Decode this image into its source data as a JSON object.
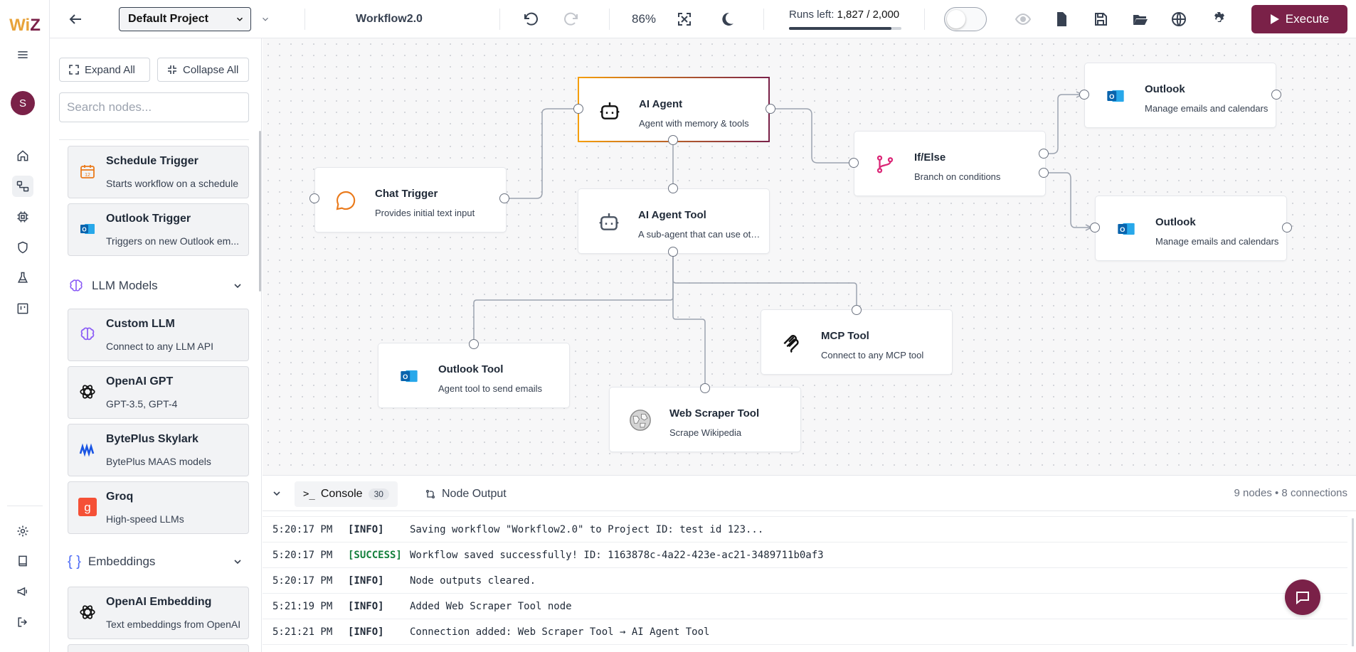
{
  "app": {
    "logo": "WiZ",
    "avatar_initial": "S"
  },
  "toolbar": {
    "project": "Default Project",
    "workflow_name": "Workflow2.0",
    "zoom": "86%",
    "runs_label": "Runs left:",
    "runs_value": "1,827 / 2,000",
    "runs_fraction": 0.9135,
    "execute_label": "Execute",
    "accent": "#7a2148"
  },
  "sidebar": {
    "expand_all": "Expand All",
    "collapse_all": "Collapse All",
    "search_placeholder": "Search nodes...",
    "triggers": [
      {
        "title": "Schedule Trigger",
        "desc": "Starts workflow on a schedule",
        "icon": "calendar-icon"
      },
      {
        "title": "Outlook Trigger",
        "desc": "Triggers on new Outlook em...",
        "icon": "outlook-icon"
      }
    ],
    "llm_section": "LLM Models",
    "llm": [
      {
        "title": "Custom LLM",
        "desc": "Connect to any LLM API",
        "icon": "brain-icon"
      },
      {
        "title": "OpenAI GPT",
        "desc": "GPT-3.5, GPT-4",
        "icon": "openai-icon"
      },
      {
        "title": "BytePlus Skylark",
        "desc": "BytePlus MAAS models",
        "icon": "byteplus-icon"
      },
      {
        "title": "Groq",
        "desc": "High-speed LLMs",
        "icon": "groq-icon"
      }
    ],
    "embeddings_section": "Embeddings",
    "embeddings": [
      {
        "title": "OpenAI Embedding",
        "desc": "Text embeddings from OpenAI",
        "icon": "openai-icon"
      }
    ]
  },
  "canvas": {
    "nodes": [
      {
        "id": "ai-agent",
        "title": "AI Agent",
        "desc": "Agent with memory & tools",
        "icon": "robot-icon"
      },
      {
        "id": "chat-trigger",
        "title": "Chat Trigger",
        "desc": "Provides initial text input",
        "icon": "chat-bubble-icon"
      },
      {
        "id": "ai-agent-tool",
        "title": "AI Agent Tool",
        "desc": "A sub-agent that can use oth...",
        "icon": "robot-icon"
      },
      {
        "id": "if-else",
        "title": "If/Else",
        "desc": "Branch on conditions",
        "icon": "branch-icon"
      },
      {
        "id": "outlook-1",
        "title": "Outlook",
        "desc": "Manage emails and calendars",
        "icon": "outlook-icon"
      },
      {
        "id": "outlook-2",
        "title": "Outlook",
        "desc": "Manage emails and calendars",
        "icon": "outlook-icon"
      },
      {
        "id": "mcp-tool",
        "title": "MCP Tool",
        "desc": "Connect to any MCP tool",
        "icon": "mcp-icon"
      },
      {
        "id": "outlook-tool",
        "title": "Outlook Tool",
        "desc": "Agent tool to send emails",
        "icon": "outlook-icon"
      },
      {
        "id": "web-scraper",
        "title": "Web Scraper Tool",
        "desc": "Scrape Wikipedia",
        "icon": "wikipedia-globe-icon"
      }
    ]
  },
  "console": {
    "tab_console": "Console",
    "count": "30",
    "tab_output": "Node Output",
    "stats": "9 nodes • 8 connections",
    "logs": [
      {
        "time": "5:20:17 PM",
        "level": "[INFO]",
        "msg": "Saving workflow \"Workflow2.0\" to Project ID: test id 123..."
      },
      {
        "time": "5:20:17 PM",
        "level": "[SUCCESS]",
        "msg": "Workflow saved successfully! ID: 1163878c-4a22-423e-ac21-3489711b0af3"
      },
      {
        "time": "5:20:17 PM",
        "level": "[INFO]",
        "msg": "Node outputs cleared."
      },
      {
        "time": "5:21:19 PM",
        "level": "[INFO]",
        "msg": "Added Web Scraper Tool node"
      },
      {
        "time": "5:21:21 PM",
        "level": "[INFO]",
        "msg": "Connection added: Web Scraper Tool → AI Agent Tool"
      }
    ],
    "success_color": "#15803d"
  }
}
